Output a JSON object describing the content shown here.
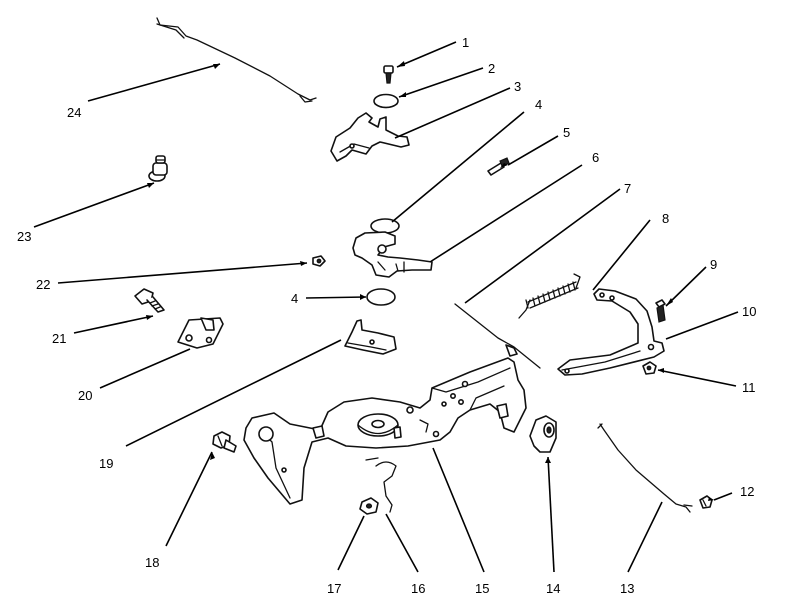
{
  "callouts": [
    {
      "id": "c1",
      "label": "1"
    },
    {
      "id": "c2",
      "label": "2"
    },
    {
      "id": "c3",
      "label": "3"
    },
    {
      "id": "c4a",
      "label": "4"
    },
    {
      "id": "c5",
      "label": "5"
    },
    {
      "id": "c6",
      "label": "6"
    },
    {
      "id": "c7",
      "label": "7"
    },
    {
      "id": "c8",
      "label": "8"
    },
    {
      "id": "c9",
      "label": "9"
    },
    {
      "id": "c10",
      "label": "10"
    },
    {
      "id": "c11",
      "label": "11"
    },
    {
      "id": "c12",
      "label": "12"
    },
    {
      "id": "c13",
      "label": "13"
    },
    {
      "id": "c14",
      "label": "14"
    },
    {
      "id": "c15",
      "label": "15"
    },
    {
      "id": "c16",
      "label": "16"
    },
    {
      "id": "c17",
      "label": "17"
    },
    {
      "id": "c18",
      "label": "18"
    },
    {
      "id": "c19",
      "label": "19"
    },
    {
      "id": "c20",
      "label": "20"
    },
    {
      "id": "c21",
      "label": "21"
    },
    {
      "id": "c22",
      "label": "22"
    },
    {
      "id": "c23",
      "label": "23"
    },
    {
      "id": "c24",
      "label": "24"
    },
    {
      "id": "c4b",
      "label": "4"
    }
  ]
}
